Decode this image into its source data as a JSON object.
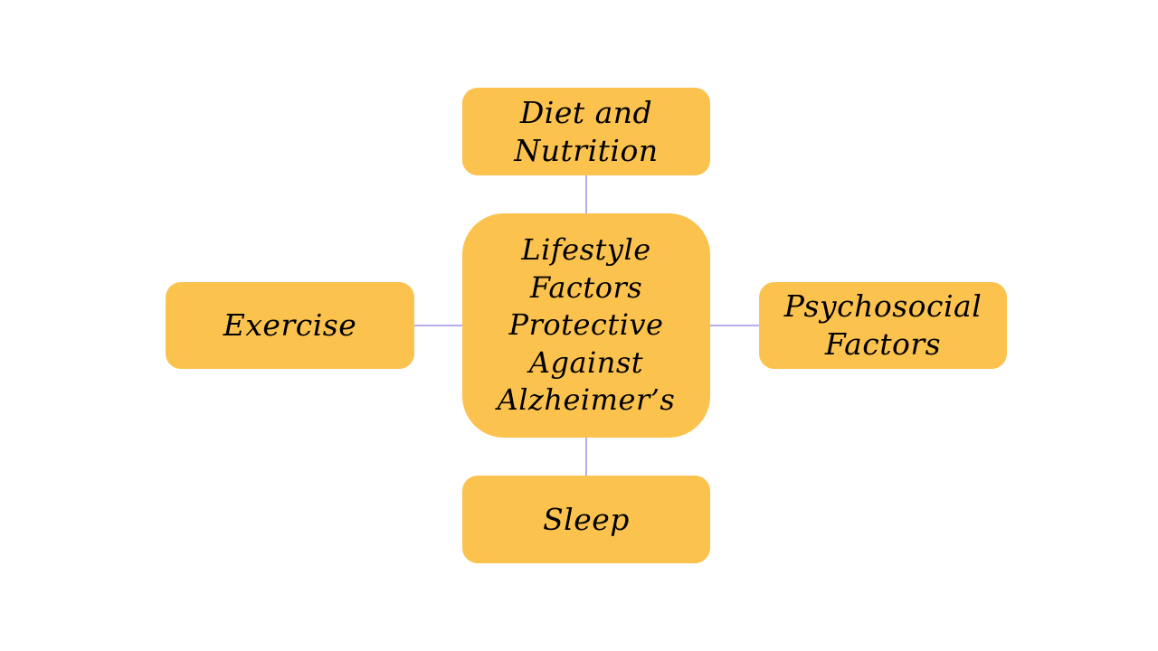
{
  "colors": {
    "node_fill": "#FBC24E",
    "connector": "#6A5CD8",
    "text": "#000000",
    "background": "#FFFFFF"
  },
  "diagram": {
    "center": {
      "label": "Lifestyle\nFactors\nProtective\nAgainst\nAlzheimer’s"
    },
    "top": {
      "label": "Diet and\nNutrition"
    },
    "left": {
      "label": "Exercise"
    },
    "right": {
      "label": "Psychosocial\nFactors"
    },
    "bottom": {
      "label": "Sleep"
    }
  }
}
